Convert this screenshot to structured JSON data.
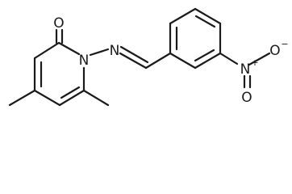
{
  "molecule": {
    "atoms": {
      "carbonyl_oxygen": "O",
      "ring_nitrogen": "N",
      "imine_nitrogen": "N",
      "nitro_nitrogen": "N",
      "nitro_nitrogen_charge": "+",
      "nitro_oxygen_top": "O",
      "nitro_oxygen_top_charge": "−",
      "nitro_oxygen_bottom": "O"
    }
  }
}
